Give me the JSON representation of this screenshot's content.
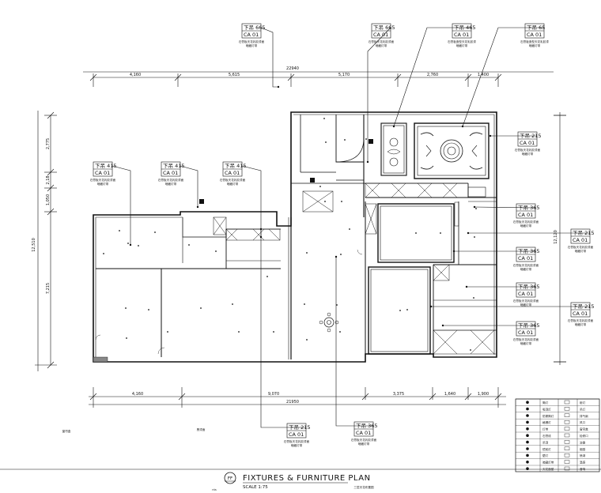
{
  "dims": {
    "top_total": "22940",
    "top_segments": [
      "4,160",
      "5,615",
      "5,170",
      "2,760",
      "1,400"
    ],
    "bottom_total": "21950",
    "bottom_segments": [
      "4,160",
      "9,070",
      "3,375",
      "1,640",
      "1,900"
    ],
    "left_total": "12,510",
    "left_segments": [
      "2,775",
      "2,18",
      "1,050",
      "7,215"
    ],
    "right_total": "12,120"
  },
  "tags": [
    {
      "code": "下吊 665",
      "ref": "CA  01",
      "note": "石膏板天花乳胶漆面\n暗藏灯带"
    },
    {
      "code": "下吊 665",
      "ref": "CA  01",
      "note": "石膏板天花乳胶漆面\n暗藏灯带"
    },
    {
      "code": "下吊 465",
      "ref": "CA  01",
      "note": "石膏板造型天花乳胶漆\n暗藏灯带"
    },
    {
      "code": "下吊 65",
      "ref": "CA  01",
      "note": "石膏板造型天花乳胶漆\n暗藏灯带"
    },
    {
      "code": "下吊 215",
      "ref": "CA  01",
      "note": "石膏板天花乳胶漆面\n暗藏灯带"
    },
    {
      "code": "下吊 415",
      "ref": "CA  01",
      "note": "石膏板天花乳胶漆面\n暗藏灯带"
    },
    {
      "code": "下吊 415",
      "ref": "CA  01",
      "note": "石膏板天花乳胶漆面\n暗藏灯带"
    },
    {
      "code": "下吊 415",
      "ref": "CA  01",
      "note": "石膏板天花乳胶漆面\n暗藏灯带"
    },
    {
      "code": "下吊 365",
      "ref": "CA  01",
      "note": "石膏板天花乳胶漆面\n暗藏灯带"
    },
    {
      "code": "下吊 215",
      "ref": "CA  01",
      "note": "石膏板天花乳胶漆面\n暗藏灯带"
    },
    {
      "code": "下吊 365",
      "ref": "CA  01",
      "note": "石膏板天花乳胶漆面\n暗藏灯带"
    },
    {
      "code": "下吊 365",
      "ref": "CA  01",
      "note": "石膏板天花乳胶漆面\n暗藏灯带"
    },
    {
      "code": "下吊 215",
      "ref": "CA  01",
      "note": "石膏板天花乳胶漆面\n暗藏灯带"
    },
    {
      "code": "下吊 365",
      "ref": "CA  01",
      "note": "石膏板天花乳胶漆面\n暗藏灯带"
    },
    {
      "code": "下吊 215",
      "ref": "CA  01",
      "note": "石膏板天花乳胶漆面\n暗藏灯带"
    },
    {
      "code": "下吊 365",
      "ref": "CA  01",
      "note": "石膏板天花乳胶漆面\n暗藏灯带"
    }
  ],
  "labels": {
    "left_note": "窗帘盒",
    "center_note": "黑漆面",
    "title_circle": "FF",
    "title_main": "FIXTURES & FURNITURE PLAN",
    "title_scale": "SCALE 1:75",
    "title_cn": "三层天花布置图",
    "title_small": "nts"
  },
  "legend": [
    {
      "left": "筒灯",
      "right": "射灯"
    },
    {
      "left": "吸顶灯",
      "right": "吊灯"
    },
    {
      "left": "防雾筒灯",
      "right": "排气扇"
    },
    {
      "left": "格栅灯",
      "right": "风口"
    },
    {
      "left": "灯带",
      "right": "窗帘盒"
    },
    {
      "left": "石膏线",
      "right": "检修口"
    },
    {
      "left": "吊顶",
      "right": "浴霸"
    },
    {
      "left": "镜前灯",
      "right": "烟感"
    },
    {
      "left": "壁灯",
      "right": "喷淋"
    },
    {
      "left": "暗藏灯带",
      "right": "温感"
    },
    {
      "left": "天花造型",
      "right": "音响"
    }
  ]
}
